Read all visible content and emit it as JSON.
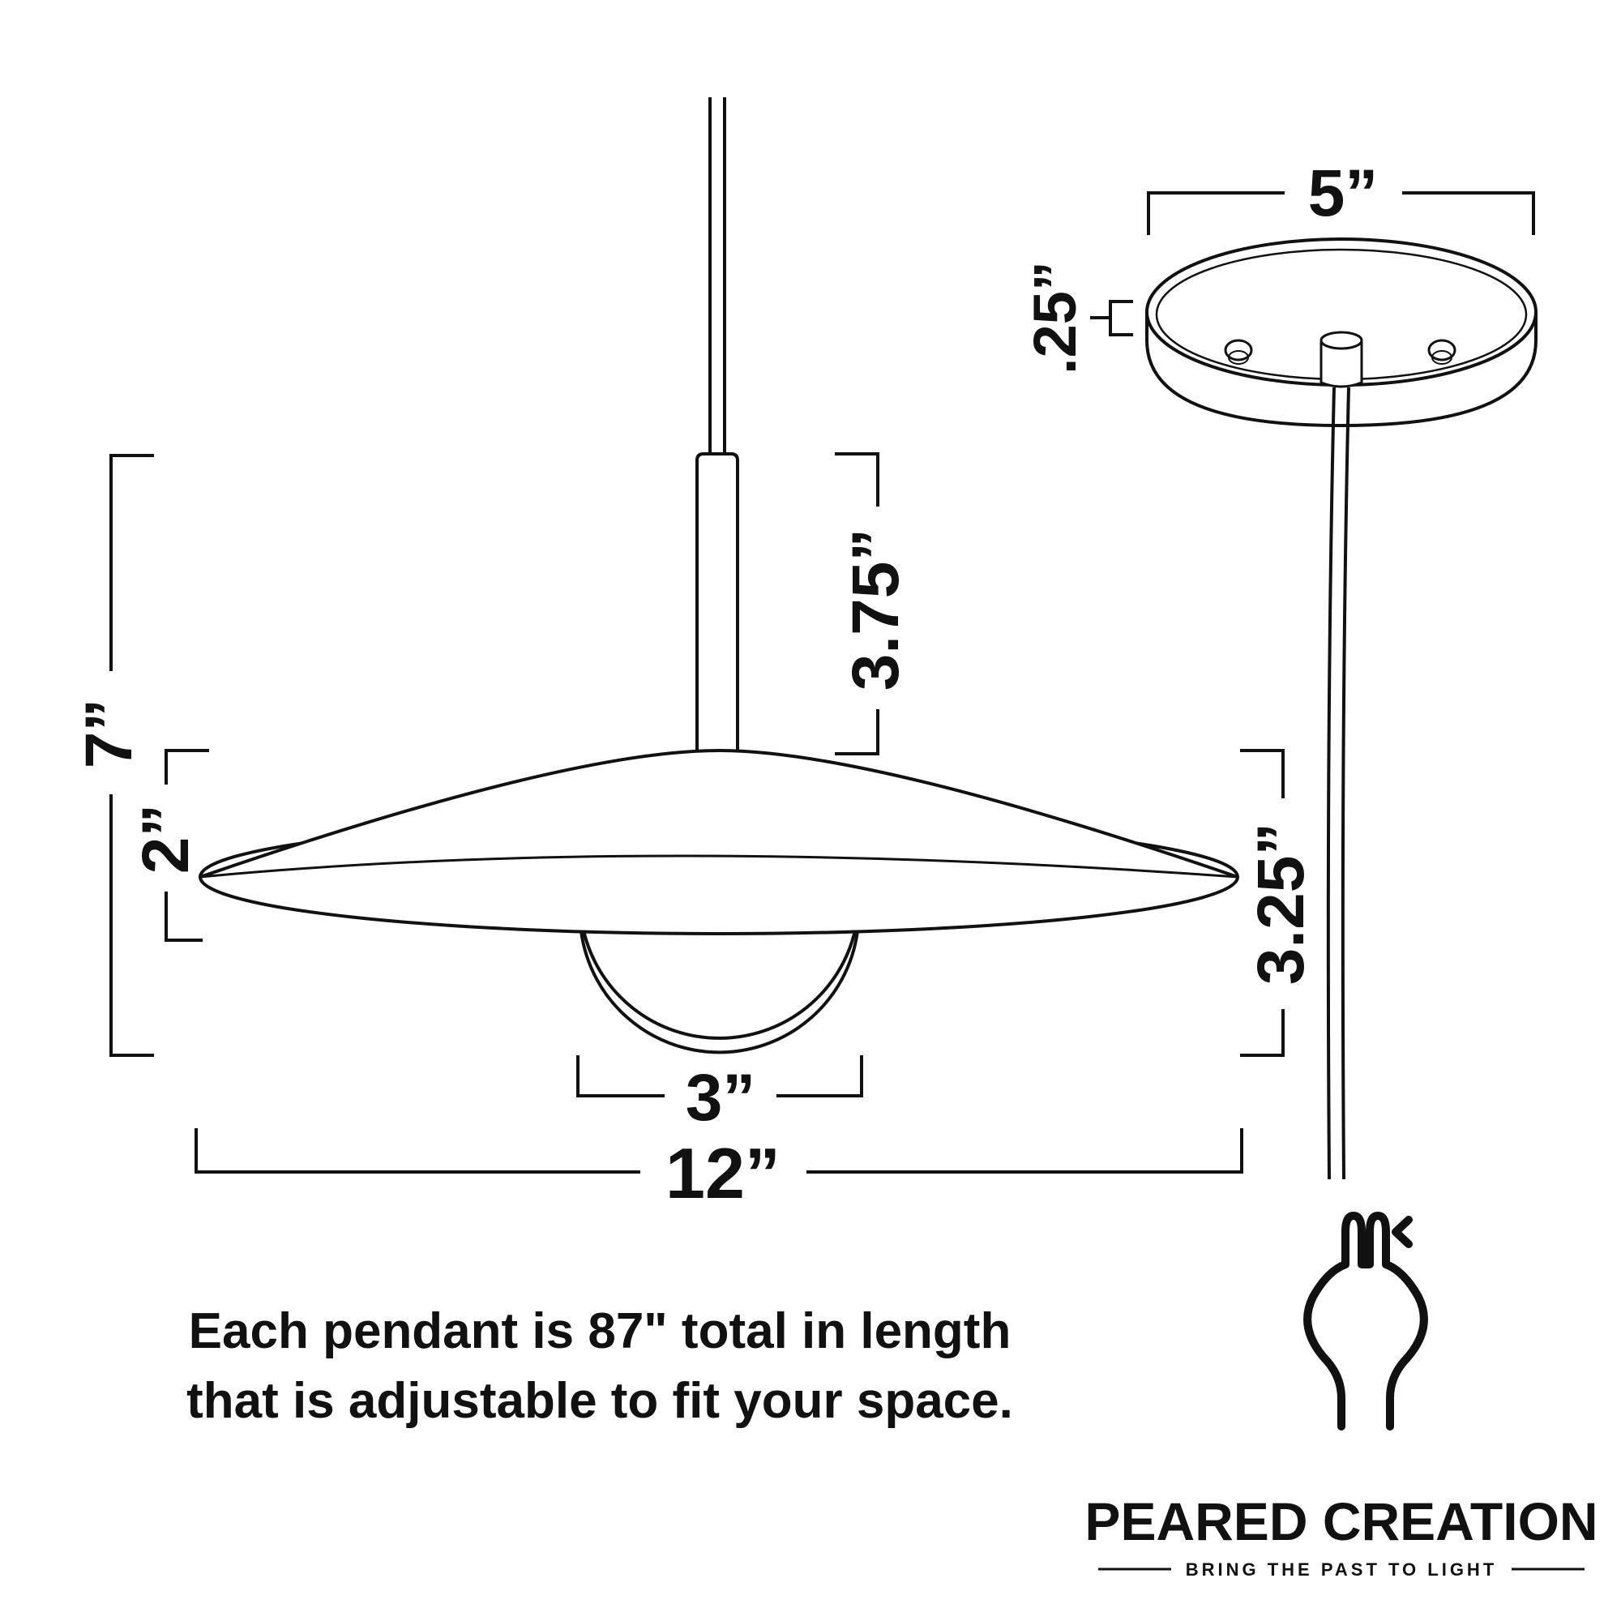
{
  "colors": {
    "ink": "#111111",
    "background": "#ffffff"
  },
  "dimensions": {
    "cord_to_shade": "3.75”",
    "total_height": "7”",
    "shade_height": "2”",
    "bulb_drop": "3.25”",
    "bulb_width": "3”",
    "shade_width": "12”",
    "canopy_width": "5”",
    "canopy_depth": ".25”"
  },
  "caption": {
    "line1": "Each pendant is 87\" total in length",
    "line2": "that is adjustable to fit your space."
  },
  "brand": {
    "name": "PEARED CREATION",
    "tagline": "BRING THE PAST TO LIGHT"
  }
}
